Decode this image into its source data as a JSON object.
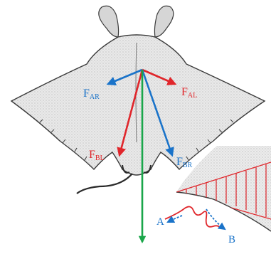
{
  "colors": {
    "blue": "#1a73c9",
    "red": "#e0262b",
    "green": "#1aa64a",
    "sketch": "#3a3a3a",
    "background": "#ffffff"
  },
  "labels": {
    "f_ar": {
      "main": "F",
      "sub": "AR"
    },
    "f_al": {
      "main": "F",
      "sub": "AL"
    },
    "f_bl": {
      "main": "F",
      "sub": "BL"
    },
    "f_br": {
      "main": "F",
      "sub": "BR"
    },
    "point_a": "A",
    "point_b": "B"
  }
}
